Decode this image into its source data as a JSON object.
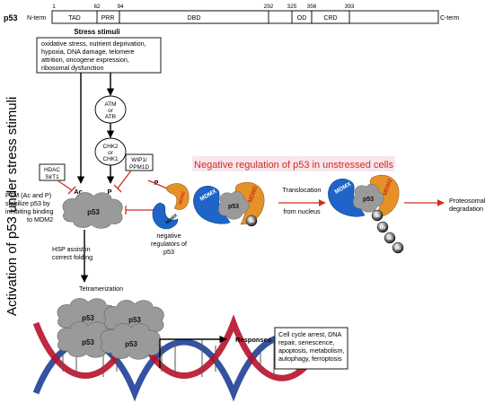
{
  "domain_bar": {
    "protein": "p53",
    "n_term": "N-term",
    "c_term": "C-term",
    "positions": [
      "1",
      "62",
      "94",
      "292",
      "325",
      "356",
      "393"
    ],
    "domains": [
      "TAD",
      "PRR",
      "DBD",
      "OD",
      "CRD"
    ]
  },
  "side_title": "Activation of p53 under stress stimuli",
  "stress": {
    "title": "Stress stimuli",
    "lines": [
      "oxidative stress, nutrient deprivation,",
      "hypoxia, DNA damage, telomere",
      "attrition, oncogene expression,",
      "ribosomal dysfunction"
    ]
  },
  "kinases": {
    "atm": [
      "ATM",
      "or",
      "ATR"
    ],
    "chk": [
      "CHK2",
      "or",
      "CHK1"
    ]
  },
  "hdac": [
    "HDAC",
    "SirT1"
  ],
  "wip": [
    "WIP1/",
    "PPM1D"
  ],
  "marks": {
    "ac": "Ac",
    "p": "P",
    "p_mdm2": "P"
  },
  "ptm_text": [
    "PTM (Ac and P)",
    "stabilize p53 by",
    "inhibiting binding",
    "to MDM2"
  ],
  "hsp_text": [
    "HSP assist in",
    "correct folding"
  ],
  "tetramerization": "Tetramerization",
  "negative_regulators": [
    "negative",
    "regulators of",
    "p53"
  ],
  "neg_title": "Negative regulation of p53 in unstressed cells",
  "translocation": [
    "Translocation",
    "from nucleus"
  ],
  "proteosomal": [
    "Proteosomal",
    "degradation"
  ],
  "labels": {
    "p53": "p53",
    "mdmx": "MDMX",
    "mdm2": "MDM2",
    "ub": "Ub"
  },
  "responses": {
    "label": "Responses",
    "lines": [
      "Cell cycle arrest, DNA",
      "repair, senescence,",
      "apoptosis, metabolism,",
      "autophagy, ferroptosis"
    ]
  },
  "colors": {
    "mdmx_blue": "#1f64c8",
    "mdm2_orange": "#e49228",
    "cloud_gray": "#9a9a9a",
    "red_accent": "#d42a1f",
    "title_bg": "#f8e6ec",
    "dna_red": "#b8112a",
    "dna_blue": "#1e3f96"
  }
}
